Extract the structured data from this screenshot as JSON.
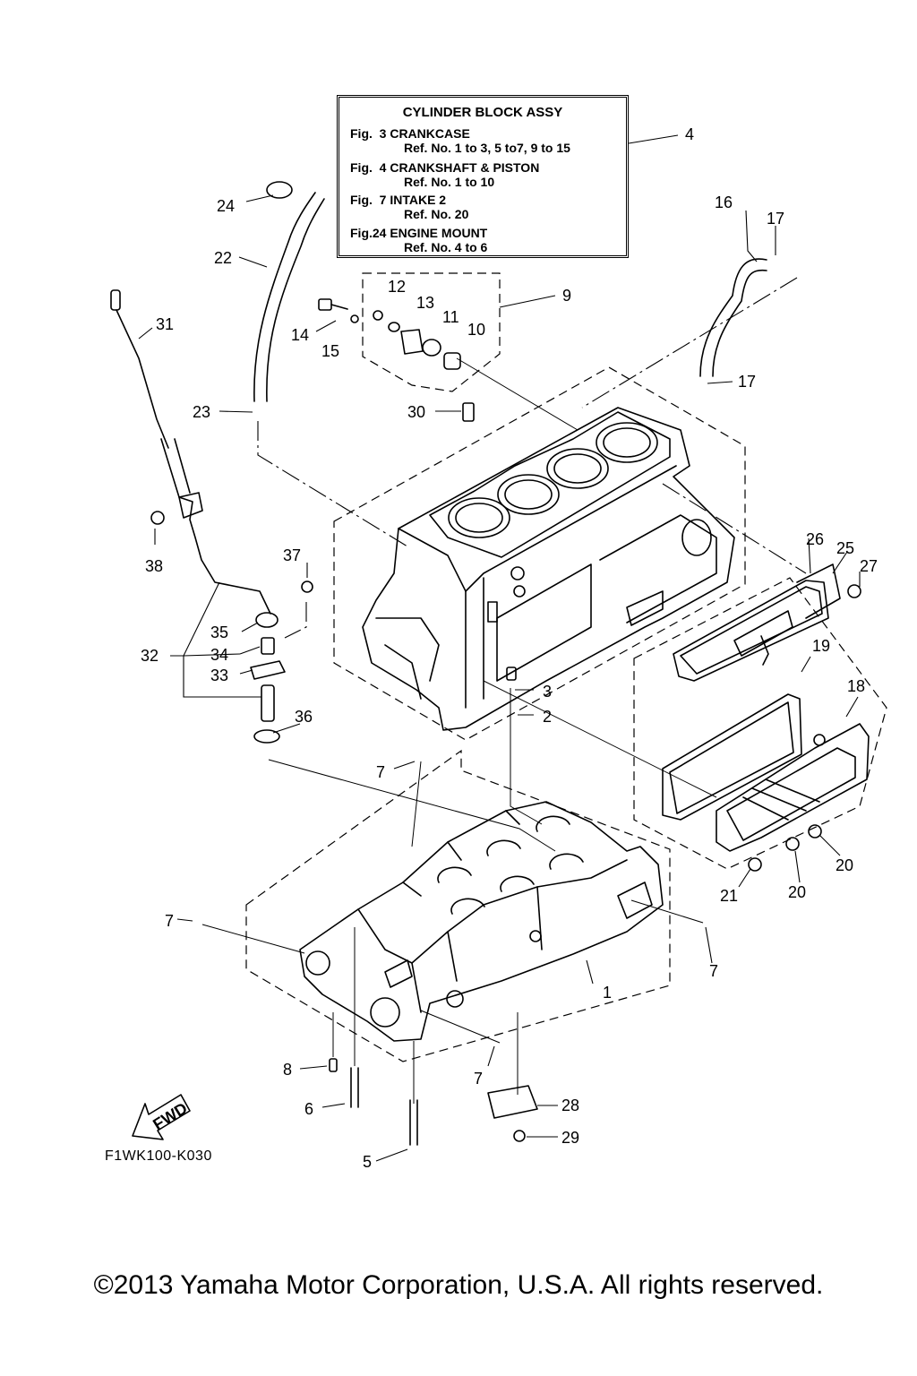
{
  "reference_box": {
    "title": "CYLINDER BLOCK ASSY",
    "lines": [
      {
        "fig": "Fig.  3 CRANKCASE",
        "ref": "Ref. No. 1 to 3, 5 to7, 9 to 15"
      },
      {
        "fig": "Fig.  4 CRANKSHAFT & PISTON",
        "ref": "Ref. No. 1 to 10"
      },
      {
        "fig": "Fig.  7 INTAKE 2",
        "ref": "Ref. No. 20"
      },
      {
        "fig": "Fig.24 ENGINE MOUNT",
        "ref": "Ref. No. 4 to 6"
      }
    ]
  },
  "callouts": {
    "c1": "1",
    "c2": "2",
    "c3": "3",
    "c4": "4",
    "c5": "5",
    "c6": "6",
    "c7a": "7",
    "c7b": "7",
    "c7c": "7",
    "c7d": "7",
    "c8": "8",
    "c9": "9",
    "c10": "10",
    "c11": "11",
    "c12": "12",
    "c13": "13",
    "c14": "14",
    "c15": "15",
    "c16": "16",
    "c17a": "17",
    "c17b": "17",
    "c18": "18",
    "c19": "19",
    "c20a": "20",
    "c20b": "20",
    "c21": "21",
    "c22": "22",
    "c23": "23",
    "c24": "24",
    "c25": "25",
    "c26": "26",
    "c27": "27",
    "c28": "28",
    "c29": "29",
    "c30": "30",
    "c31": "31",
    "c32": "32",
    "c33": "33",
    "c34": "34",
    "c35": "35",
    "c36": "36",
    "c37": "37",
    "c38": "38"
  },
  "fwd_label": "FWD",
  "drawing_code": "F1WK100-K030",
  "copyright": "©2013 Yamaha Motor Corporation, U.S.A. All rights reserved."
}
